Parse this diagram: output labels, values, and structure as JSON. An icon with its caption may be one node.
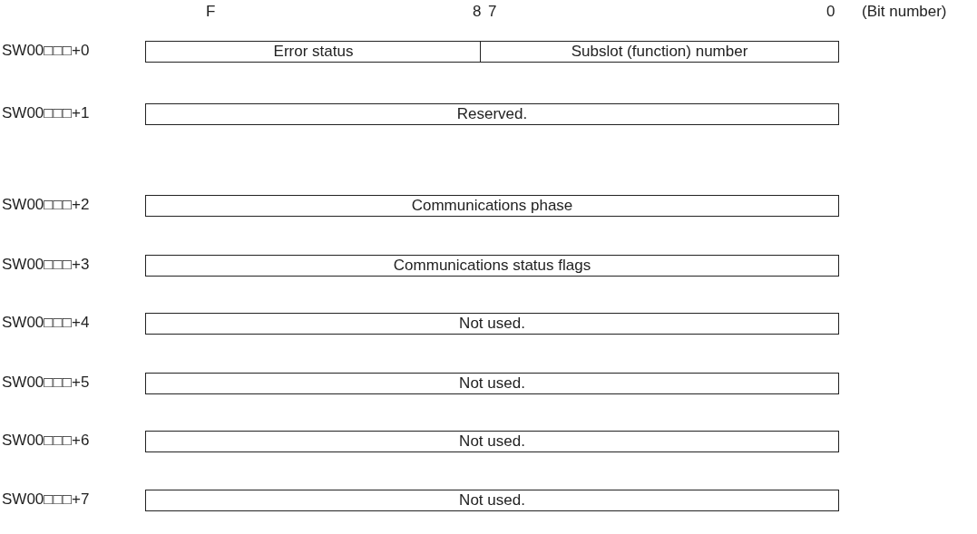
{
  "diagram": {
    "nodes": [
      {
        "text": [
          "Error status"
        ]
      },
      {
        "text": [
          "Subslot (function) number"
        ]
      },
      {
        "text": [
          "Reserved."
        ]
      },
      {
        "text": [
          "Communications phase"
        ]
      },
      {
        "text": [
          "Communications status flags"
        ]
      },
      {
        "text": [
          "Not used."
        ]
      },
      {
        "text": [
          "Not used."
        ]
      },
      {
        "text": [
          "Not used."
        ]
      },
      {
        "text": [
          "Not used."
        ]
      }
    ],
    "edges": [],
    "labels": [
      "F",
      "8",
      "7",
      "0",
      "(Bit number)",
      "SW00□□□+0",
      "SW00□□□+1",
      "SW00□□□+2",
      "SW00□□□+3",
      "SW00□□□+4",
      "SW00□□□+5",
      "SW00□□□+6",
      "SW00□□□+7"
    ]
  }
}
